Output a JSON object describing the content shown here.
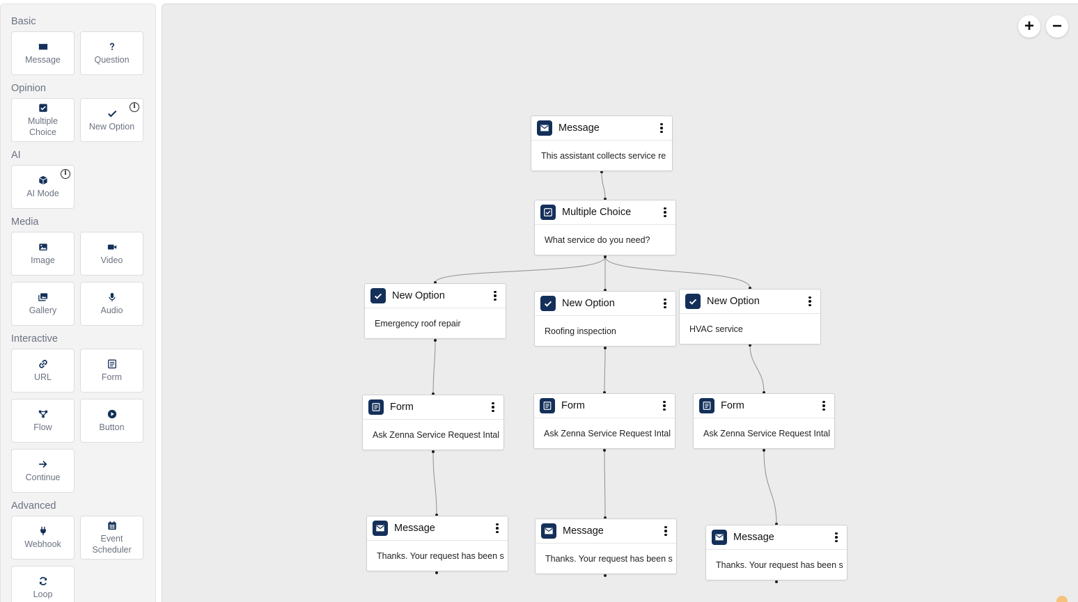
{
  "sidebar": {
    "sections": {
      "basic": "Basic",
      "opinion": "Opinion",
      "ai": "AI",
      "media": "Media",
      "interactive": "Interactive",
      "advanced": "Advanced"
    },
    "tiles": {
      "message": "Message",
      "question": "Question",
      "multiple_choice": "Multiple Choice",
      "new_option": "New Option",
      "ai_mode": "AI Mode",
      "image": "Image",
      "video": "Video",
      "gallery": "Gallery",
      "audio": "Audio",
      "url": "URL",
      "form": "Form",
      "flow": "Flow",
      "button": "Button",
      "continue": "Continue",
      "webhook": "Webhook",
      "event_scheduler": "Event Scheduler",
      "loop": "Loop"
    },
    "info_glyph": "i"
  },
  "canvas": {
    "zoom_in": "+",
    "zoom_out": "−",
    "nodes": {
      "msg_intro": {
        "title": "Message",
        "body": "This assistant collects service re"
      },
      "mc": {
        "title": "Multiple Choice",
        "body": "What service do you need?"
      },
      "opt1": {
        "title": "New Option",
        "body": "Emergency roof repair"
      },
      "opt2": {
        "title": "New Option",
        "body": "Roofing inspection"
      },
      "opt3": {
        "title": "New Option",
        "body": "HVAC service"
      },
      "form1": {
        "title": "Form",
        "body": "Ask Zenna Service Request Intal"
      },
      "form2": {
        "title": "Form",
        "body": "Ask Zenna Service Request Intal"
      },
      "form3": {
        "title": "Form",
        "body": "Ask Zenna Service Request Intal"
      },
      "msg1": {
        "title": "Message",
        "body": "Thanks. Your request has been s"
      },
      "msg2": {
        "title": "Message",
        "body": "Thanks. Your request has been s"
      },
      "msg3": {
        "title": "Message",
        "body": "Thanks. Your request has been s"
      }
    }
  },
  "colors": {
    "accent": "#14305a",
    "canvas_bg": "#ececec",
    "sidebar_bg": "#f3f3f4"
  }
}
